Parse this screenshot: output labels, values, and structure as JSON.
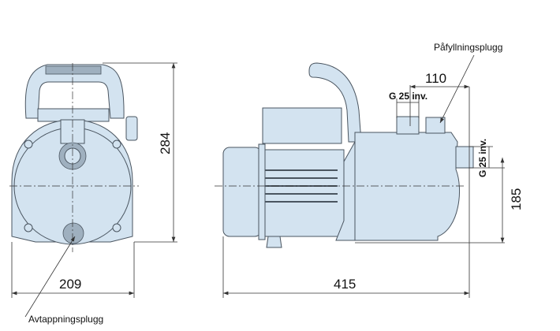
{
  "labels": {
    "drain_plug": "Avtappningsplugg",
    "fill_plug": "Påfyllningsplugg",
    "inlet_thread": "G 25 inv.",
    "outlet_thread": "G 25 inv."
  },
  "dimensions": {
    "front_width": "209",
    "front_height": "284",
    "side_length": "415",
    "port_offset": "110",
    "outlet_height": "185"
  },
  "colors": {
    "pump_fill": "#d3e3f0",
    "line": "#4a5560"
  }
}
